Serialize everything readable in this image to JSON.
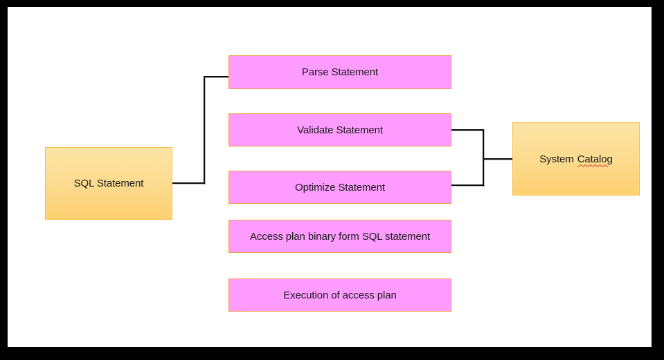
{
  "colors": {
    "frame_background": "#000000",
    "page_background": "#ffffff",
    "process_fill": "#fe9bfe",
    "process_border": "#f0a144",
    "entity_fill_top": "#fce4a6",
    "entity_fill_bottom": "#ffd172",
    "entity_border": "#f2c14e",
    "connector": "#0d0d0d",
    "text": "#1b1b1b",
    "spellcheck_squiggle": "#e03b30"
  },
  "nodes": {
    "sql_statement": {
      "label": "SQL Statement"
    },
    "parse_statement": {
      "label": "Parse Statement"
    },
    "validate_statement": {
      "label": "Validate Statement"
    },
    "optimize_statement": {
      "label": "Optimize Statement"
    },
    "access_plan": {
      "label": "Access plan binary form SQL statement"
    },
    "execution": {
      "label": "Execution of access plan"
    },
    "system_catalog": {
      "label": "System Catalog",
      "label_part1": "System",
      "label_part2": "Catalog",
      "spellcheck_underlined_word": "Catalog"
    }
  },
  "edges": [
    {
      "from": "SQL Statement",
      "to": "Parse Statement",
      "style": "elbow"
    },
    {
      "from": "Validate Statement",
      "to": "System Catalog",
      "style": "elbow"
    },
    {
      "from": "Optimize Statement",
      "to": "System Catalog",
      "style": "elbow"
    }
  ]
}
